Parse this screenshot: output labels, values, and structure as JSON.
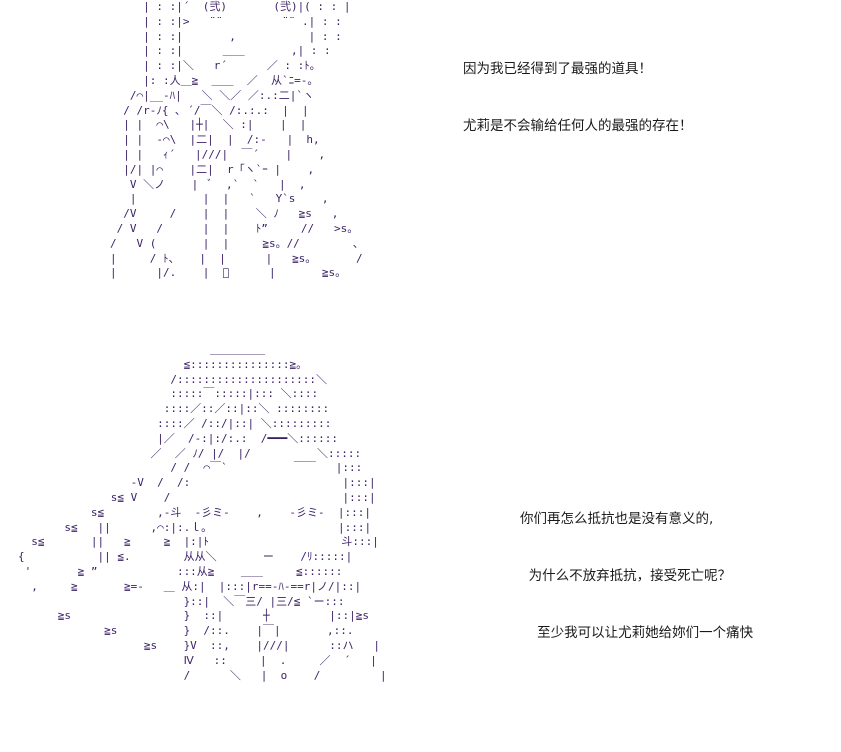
{
  "art": {
    "top": "     | : :|´  (弐)       (弐)|( : : |\n     | : :|>   ¨¨         ¨¨ .| : :\n     | : :|       ,           | : :\n     | : :|      ＿＿       ,| : :\n     | : :|＼   r´      ／ : :ﾄ。\n     |: :人＿≧  ＿＿  ／  从`ﾆ=-。\n   /⌒|__-ﾊ|   ＼ ＼／ ／:.:二|`ヽ\n  / /r-ﾉ{ ､ ´/￣＼ /:.:.:  |  |\n  | |  ⌒\\   |┼|  ＼ :|    |  |\n  | |  -⌒\\  |二|  |  /:‐   |  h,\n  | |   ｨ´   |///|  ￣´    |    ,\n  |/| |⌒    |二|  r「ヽ`ｰ |    ,\n   V ＼ノ    |  ﾞ  ,`  `   |  ,\n   |          |  |   `   Y`s    ,\n  /V     /    |  |    ＼ ﾉ   ≧s   ,\n / V   /      |  |    ﾄ”     //   >s。\n/   V (       |  |     ≧s。//        、\n|     / ﾄ、   |  |      |   ≧s。      /\n|      |/.    |  ﾞ      |       ≧s。",
    "bottom": "                             ＿＿＿＿＿\n                         ≦:::::::::::::::≧。\n                       /:::::::::::::::::::::＼\n                       :::::￣:::::|::: ＼::::\n                      ::::／::／::|::＼ ::::::::\n                     ::::／ /::/|::| ＼:::::::::\n                     |／  /-:|:/:.:  /━━━＼::::::\n                    ／  ／ ﾉ/ |/  |/          ＼:::::\n                       / /  ⌒￣`          ￣￣   |:::\n                 -V  /  /:                       |:::|\n              s≦ V    /                          |:::|\n           s≦        ,-斗  -彡ミ-    ,    -彡ミ-  |:::|\n       s≦   ||      ,⌒:|:.ｌ。                   |:::|\n  s≦       ||   ≧     ≧  |:|ﾄ                    斗:::|\n{           || ≦.        从从＼       ー    /ﾘ:::::|\n '       ≧ ”            :::从≧    ＿＿     ≦::::::\n  ,     ≧       ≧=-   ＿ 从:|  |:::|r==-ﾊ-==r|ノ/|::|\n                         }::|  ＼￣三/ |三/≦ `ー:::\n      ≧s                 }  ::|      ┼         |::|≧s\n             ≧s          }  /::.    |￣|       ,::.\n                   ≧s    }V  ::,    |///|      ::ハ   |\n                         Ⅳ   ::     |  .     ／  ´   |\n                         /      ＼   |  o    /         |"
  },
  "dialog": {
    "line1": "因为我已经得到了最强的道具！",
    "line2": "尤莉是不会输给任何人的最强的存在！",
    "line3": "你们再怎么抵抗也是没有意义的,",
    "line4": "  为什么不放弃抵抗，接受死亡呢？",
    "line5": "    至少我可以让尤莉她给妳们一个痛快"
  }
}
